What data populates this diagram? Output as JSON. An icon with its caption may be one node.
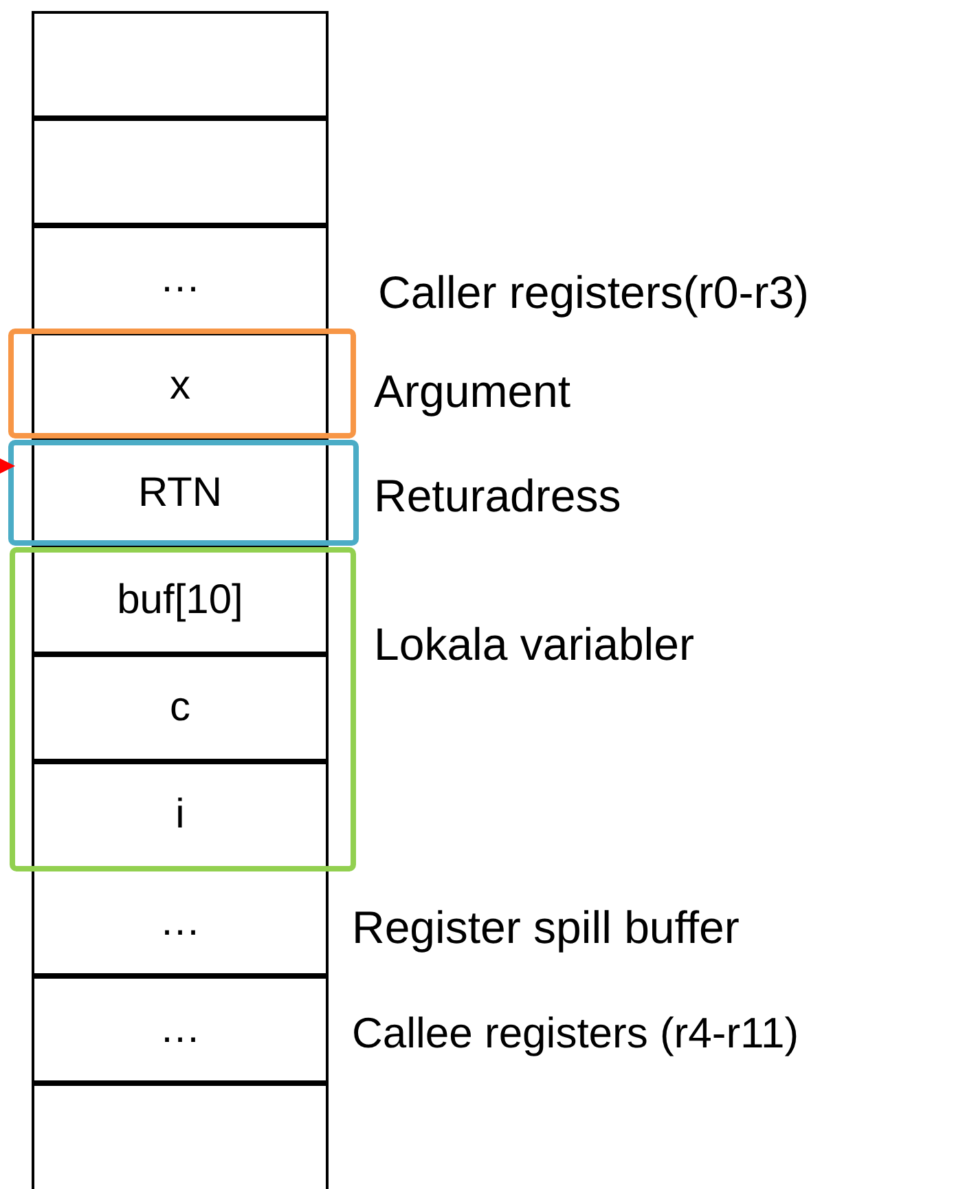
{
  "diagram": {
    "nodes": [
      {
        "text": [],
        "shape": "box"
      },
      {
        "text": [],
        "shape": "box"
      },
      {
        "text": [
          "…"
        ]
      },
      {
        "text": [
          "x"
        ]
      },
      {
        "text": [
          "RTN"
        ]
      },
      {
        "text": [
          "buf[10]"
        ]
      },
      {
        "text": [
          "c"
        ]
      },
      {
        "text": [
          "i"
        ]
      },
      {
        "text": [
          "…"
        ]
      },
      {
        "text": [
          "…"
        ]
      },
      {
        "text": [],
        "shape": "box"
      }
    ],
    "edges": [
      {
        "from": null,
        "to": 4,
        "arrow": "to",
        "color": "#ff0000"
      }
    ],
    "labels": [
      "Caller registers(r0-r3)",
      "Argument",
      "Returadress",
      "Lokala variabler",
      "Register spill buffer",
      "Callee registers (r4-r11)"
    ]
  }
}
